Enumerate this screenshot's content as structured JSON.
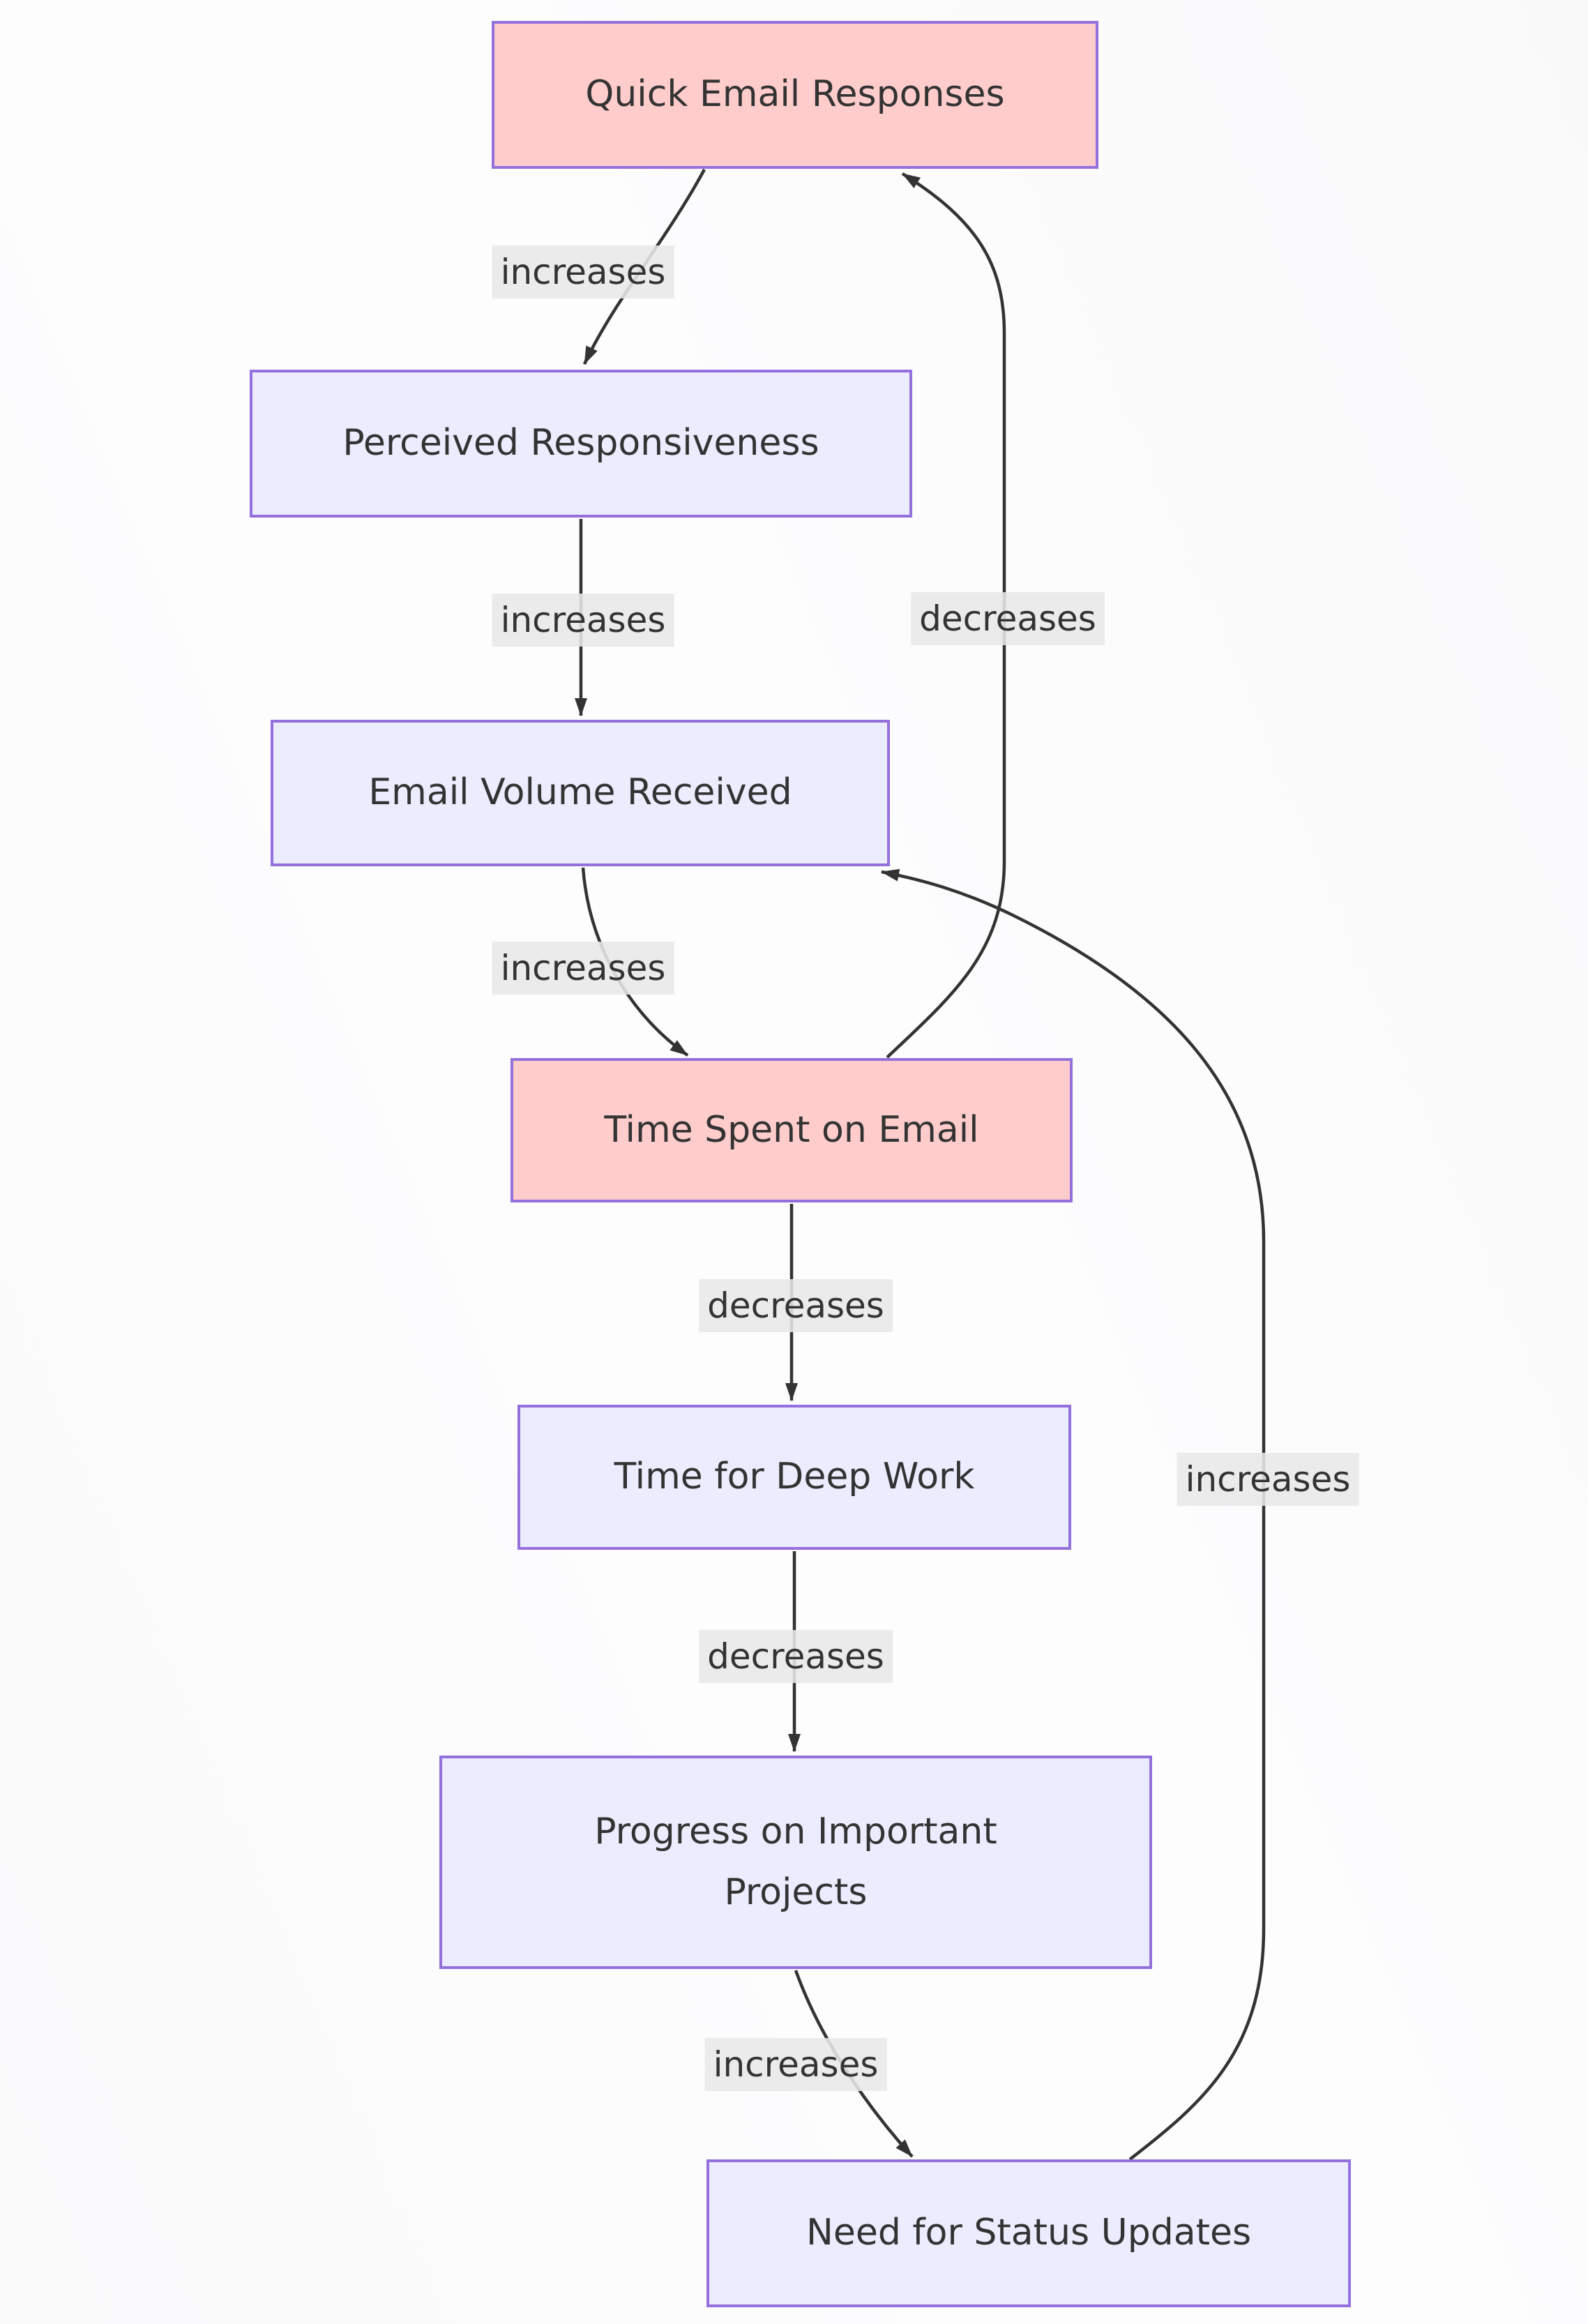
{
  "diagram": {
    "type": "flowchart",
    "direction": "top-down",
    "nodes": [
      {
        "id": "quick-email-responses",
        "label": "Quick Email Responses",
        "emphasis": "highlight"
      },
      {
        "id": "perceived-responsiveness",
        "label": "Perceived Responsiveness",
        "emphasis": "normal"
      },
      {
        "id": "email-volume-received",
        "label": "Email Volume Received",
        "emphasis": "normal"
      },
      {
        "id": "time-spent-on-email",
        "label": "Time Spent on Email",
        "emphasis": "highlight"
      },
      {
        "id": "time-for-deep-work",
        "label": "Time for Deep Work",
        "emphasis": "normal"
      },
      {
        "id": "progress-on-important-projects",
        "label": "Progress on Important Projects",
        "emphasis": "normal"
      },
      {
        "id": "need-for-status-updates",
        "label": "Need for Status Updates",
        "emphasis": "normal"
      }
    ],
    "edges": [
      {
        "from": "quick-email-responses",
        "to": "perceived-responsiveness",
        "label": "increases"
      },
      {
        "from": "perceived-responsiveness",
        "to": "email-volume-received",
        "label": "increases"
      },
      {
        "from": "email-volume-received",
        "to": "time-spent-on-email",
        "label": "increases"
      },
      {
        "from": "time-spent-on-email",
        "to": "time-for-deep-work",
        "label": "decreases"
      },
      {
        "from": "time-for-deep-work",
        "to": "progress-on-important-projects",
        "label": "decreases"
      },
      {
        "from": "progress-on-important-projects",
        "to": "need-for-status-updates",
        "label": "increases"
      },
      {
        "from": "time-spent-on-email",
        "to": "quick-email-responses",
        "label": "decreases"
      },
      {
        "from": "need-for-status-updates",
        "to": "email-volume-received",
        "label": "increases"
      }
    ],
    "colors": {
      "node_fill": "#ececff",
      "node_fill_highlight": "#ffcccc",
      "node_border": "#9370db",
      "edge_line": "#333333",
      "edge_label_bg": "#e8e8e8",
      "text": "#333333"
    }
  }
}
